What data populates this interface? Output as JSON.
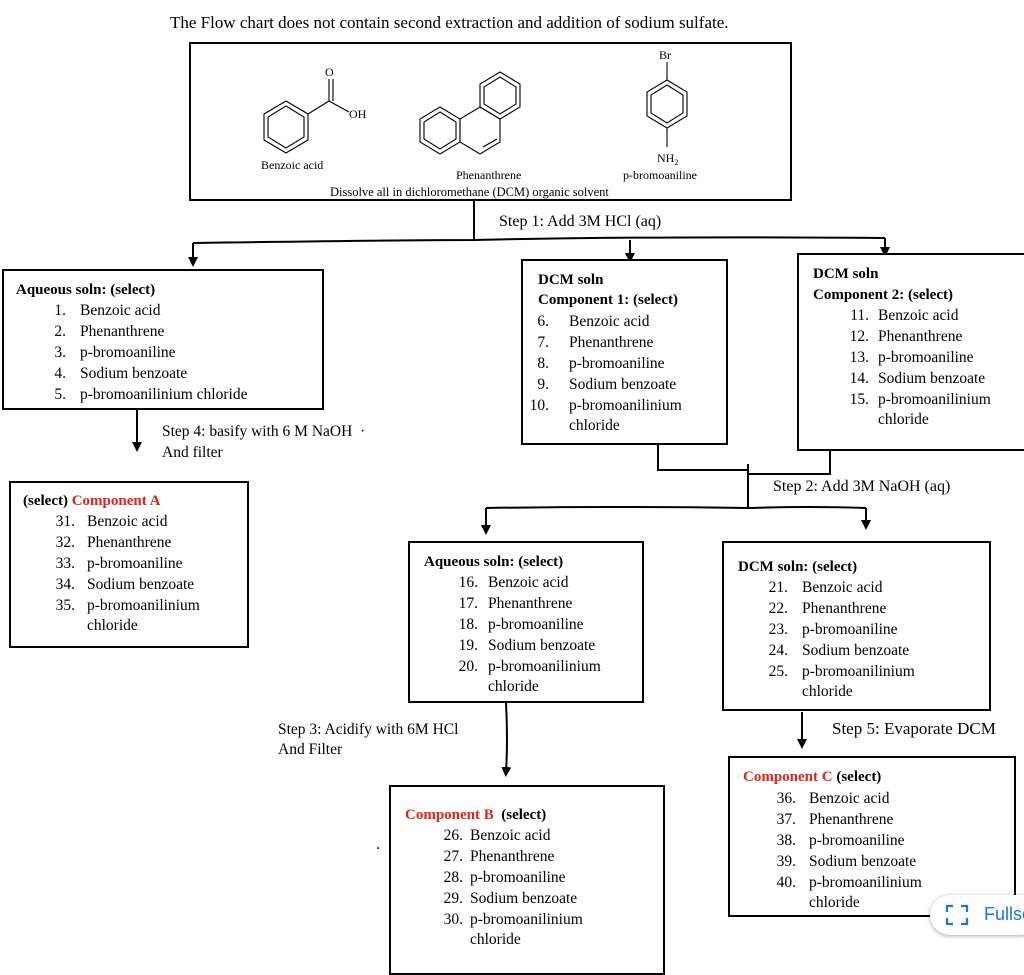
{
  "header_note": "The Flow chart does not contain second extraction and addition of sodium sulfate.",
  "start_box": {
    "compounds": [
      {
        "name": "Benzoic acid",
        "atoms": [
          "O",
          "OH"
        ]
      },
      {
        "name": "Phenanthrene"
      },
      {
        "name": "p-bromoaniline",
        "atoms": [
          "Br",
          "NH2"
        ]
      }
    ],
    "caption": "Dissolve all in dichloromethane (DCM) organic solvent"
  },
  "steps": {
    "step1": "Step 1: Add 3M HCl (aq)",
    "step2": "Step 2: Add 3M NaOH (aq)",
    "step3": [
      "Step 3: Acidify with 6M HCl",
      "And Filter"
    ],
    "step4": [
      "Step 4: basify with 6 M NaOH",
      "And filter"
    ],
    "step4_dot": "·",
    "step5": "Step 5: Evaporate DCM",
    "stray_dot": "."
  },
  "boxes": {
    "aqueous1": {
      "title": "Aqueous soln: (select)",
      "items": [
        {
          "n": "1.",
          "t": "Benzoic acid"
        },
        {
          "n": "2.",
          "t": "Phenanthrene"
        },
        {
          "n": "3.",
          "t": "p-bromoaniline"
        },
        {
          "n": "4.",
          "t": "Sodium benzoate"
        },
        {
          "n": "5.",
          "t": "p-bromoanilinium chloride"
        }
      ]
    },
    "dcm1": {
      "title1": "DCM soln",
      "title2": "Component 1: (select)",
      "items": [
        {
          "n": "6.",
          "t": "Benzoic acid"
        },
        {
          "n": "7.",
          "t": "Phenanthrene"
        },
        {
          "n": "8.",
          "t": "p-bromoaniline"
        },
        {
          "n": "9.",
          "t": "Sodium benzoate"
        },
        {
          "n": "10.",
          "t": "p-bromoanilinium",
          "t2": "chloride"
        }
      ]
    },
    "dcm2": {
      "title1": "DCM soln",
      "title2": "Component 2: (select)",
      "items": [
        {
          "n": "11.",
          "t": "Benzoic acid"
        },
        {
          "n": "12.",
          "t": "Phenanthrene"
        },
        {
          "n": "13.",
          "t": "p-bromoaniline"
        },
        {
          "n": "14.",
          "t": "Sodium benzoate"
        },
        {
          "n": "15.",
          "t": "p-bromoanilinium",
          "t2": "chloride"
        }
      ]
    },
    "compA": {
      "prefix": "(select)",
      "label": "Component A",
      "items": [
        {
          "n": "31.",
          "t": "Benzoic acid"
        },
        {
          "n": "32.",
          "t": "Phenanthrene"
        },
        {
          "n": "33.",
          "t": "p-bromoaniline"
        },
        {
          "n": "34.",
          "t": "Sodium benzoate"
        },
        {
          "n": "35.",
          "t": "p-bromoanilinium",
          "t2": "chloride"
        }
      ]
    },
    "aqueous2": {
      "title": "Aqueous soln: (select)",
      "items": [
        {
          "n": "16.",
          "t": "Benzoic acid"
        },
        {
          "n": "17.",
          "t": "Phenanthrene"
        },
        {
          "n": "18.",
          "t": "p-bromoaniline"
        },
        {
          "n": "19.",
          "t": "Sodium benzoate"
        },
        {
          "n": "20.",
          "t": "p-bromoanilinium",
          "t2": "chloride"
        }
      ]
    },
    "dcm3": {
      "title": "DCM soln: (select)",
      "items": [
        {
          "n": "21.",
          "t": "Benzoic acid"
        },
        {
          "n": "22.",
          "t": "Phenanthrene"
        },
        {
          "n": "23.",
          "t": "p-bromoaniline"
        },
        {
          "n": "24.",
          "t": "Sodium benzoate"
        },
        {
          "n": "25.",
          "t": "p-bromoanilinium",
          "t2": "chloride"
        }
      ]
    },
    "compB": {
      "label": "Component B",
      "suffix": "(select)",
      "items": [
        {
          "n": "26.",
          "t": "Benzoic acid"
        },
        {
          "n": "27.",
          "t": "Phenanthrene"
        },
        {
          "n": "28.",
          "t": "p-bromoaniline"
        },
        {
          "n": "29.",
          "t": "Sodium benzoate"
        },
        {
          "n": "30.",
          "t": "p-bromoanilinium",
          "t2": "chloride"
        }
      ]
    },
    "compC": {
      "label": "Component C",
      "suffix": "(select)",
      "items": [
        {
          "n": "36.",
          "t": "Benzoic acid"
        },
        {
          "n": "37.",
          "t": "Phenanthrene"
        },
        {
          "n": "38.",
          "t": "p-bromoaniline"
        },
        {
          "n": "39.",
          "t": "Sodium benzoate"
        },
        {
          "n": "40.",
          "t": "p-bromoanilinium",
          "t2": "chloride"
        }
      ]
    }
  },
  "fullscreen_button": {
    "label": "Fullscreen",
    "icon": "fullscreen-icon"
  },
  "colors": {
    "component_label": "#e2231a",
    "fullscreen": "#1a73e8"
  }
}
